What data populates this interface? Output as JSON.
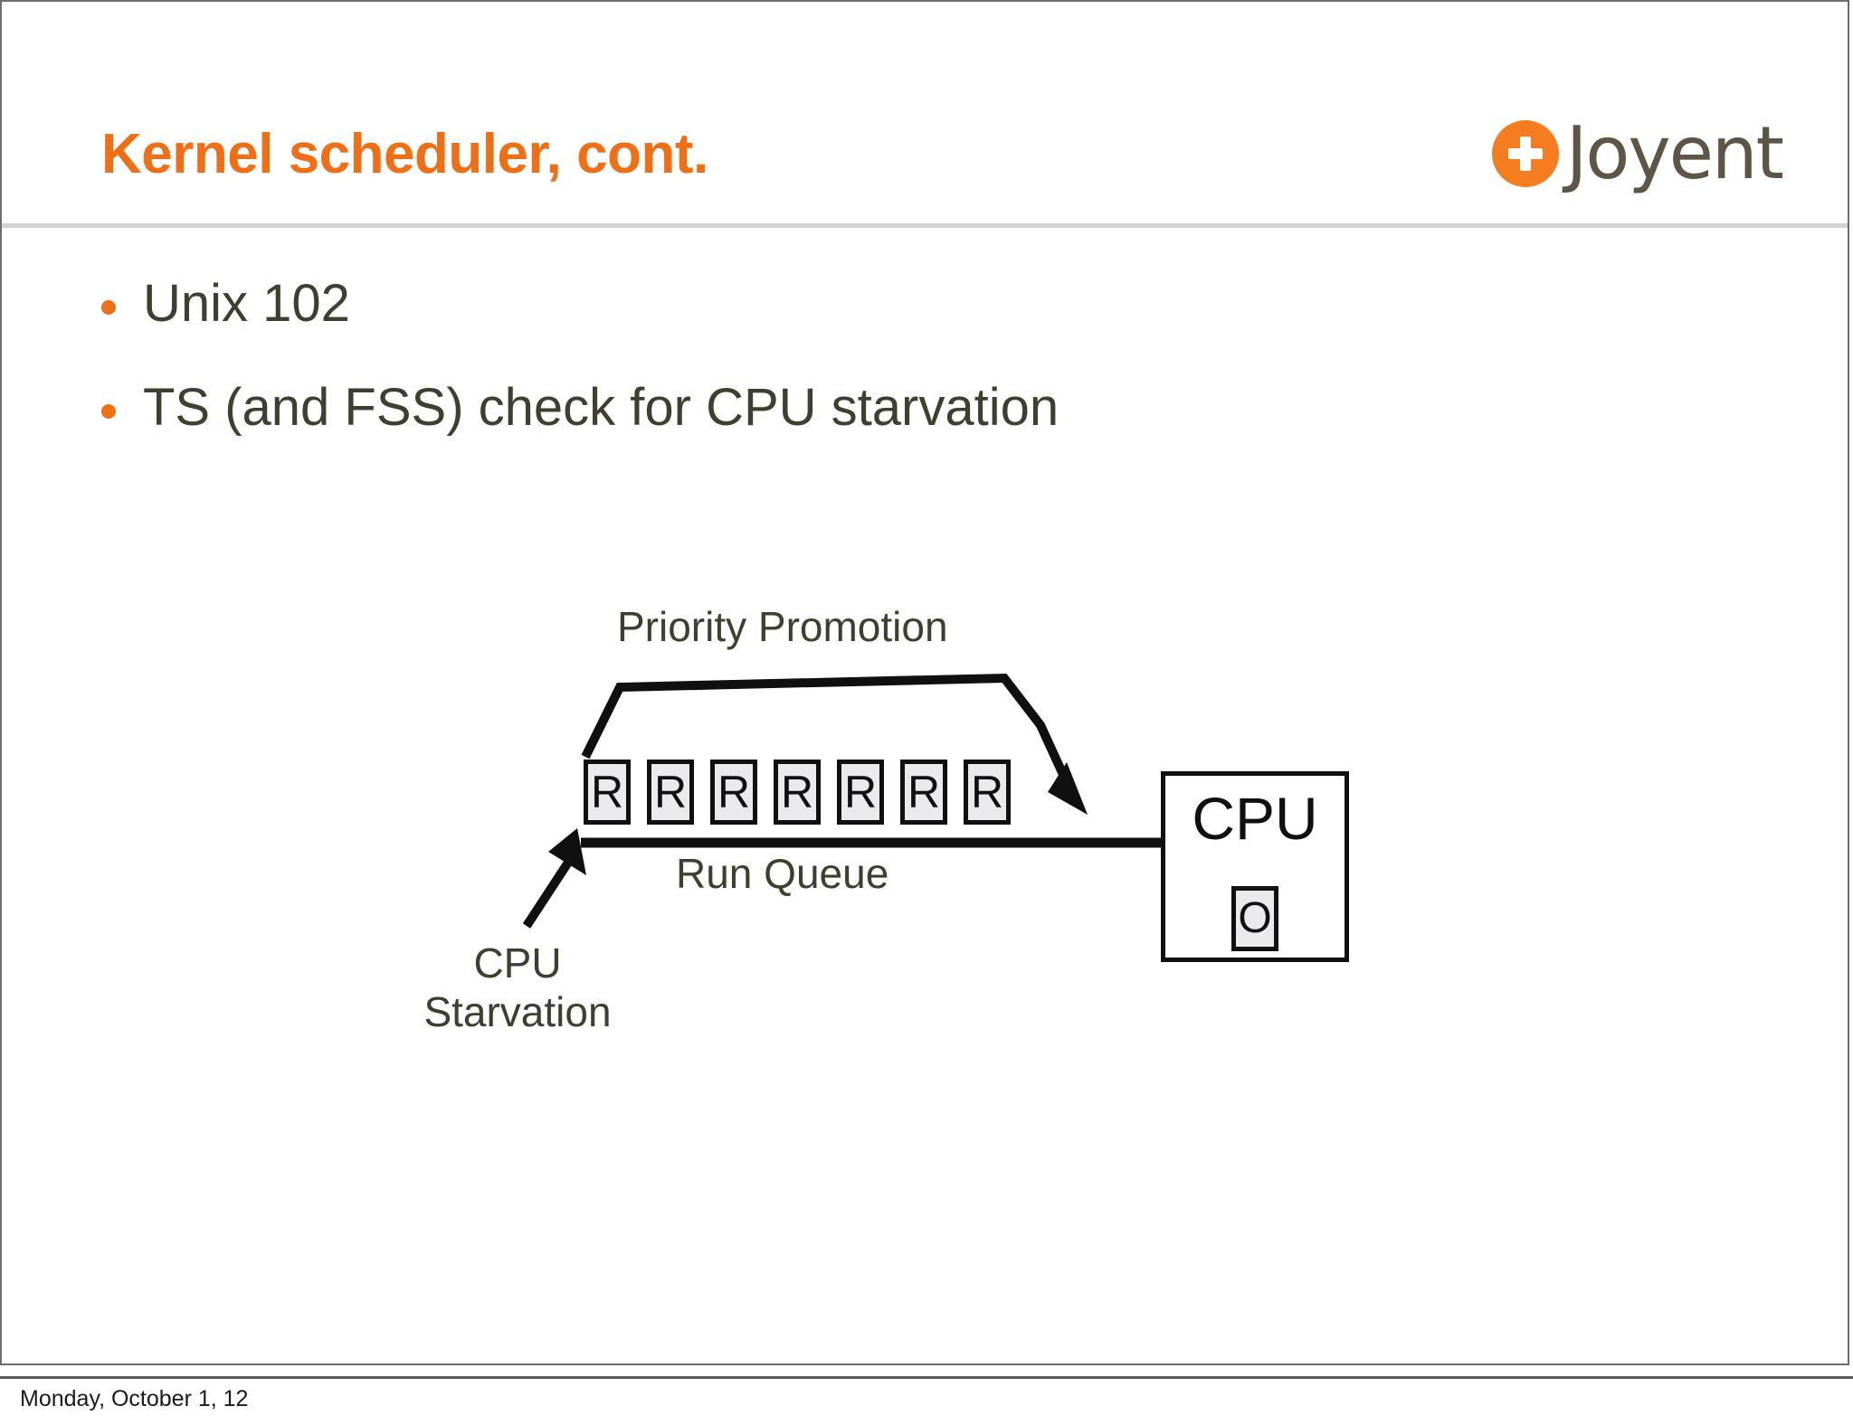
{
  "slide": {
    "title": "Kernel scheduler, cont.",
    "accent_color": "#ee6f16",
    "text_color": "#3e3f2f"
  },
  "logo": {
    "name": "joyent-logo",
    "mark_icon": "plus-in-circle-icon",
    "wordmark": "Joyent",
    "mark_color": "#f47d20",
    "wordmark_color": "#5d5545"
  },
  "bullets": [
    {
      "text": "Unix 102"
    },
    {
      "text": "TS (and FSS) check for CPU starvation"
    }
  ],
  "diagram": {
    "priority_promotion_label": "Priority Promotion",
    "run_queue_label": "Run Queue",
    "cpu_starvation_label_line1": "CPU",
    "cpu_starvation_label_line2": "Starvation",
    "queue_entries": [
      "R",
      "R",
      "R",
      "R",
      "R",
      "R",
      "R"
    ],
    "cpu": {
      "label": "CPU",
      "running_slot": "O"
    },
    "line_color": "#101010",
    "box_fill": "#eaeaec"
  },
  "footer": {
    "date": "Monday, October 1, 12"
  }
}
